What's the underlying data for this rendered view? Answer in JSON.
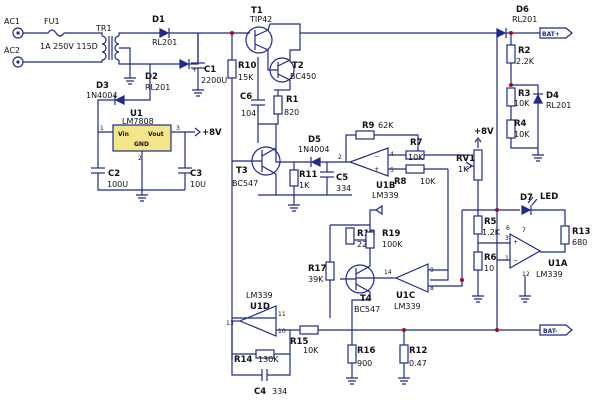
{
  "ports": {
    "ac1": "AC1",
    "ac2": "AC2",
    "bat_pos": "BAT+",
    "bat_neg": "BAT-"
  },
  "fuse": {
    "ref": "FU1",
    "value": "1A 250V 115D"
  },
  "transformer": {
    "ref": "TR1"
  },
  "diodes": {
    "d1": {
      "ref": "D1",
      "value": "RL201"
    },
    "d2": {
      "ref": "D2",
      "value": "RL201"
    },
    "d3": {
      "ref": "D3",
      "value": "1N4004"
    },
    "d4": {
      "ref": "D4",
      "value": "RL201"
    },
    "d5": {
      "ref": "D5",
      "value": "1N4004"
    },
    "d6": {
      "ref": "D6",
      "value": "RL201"
    },
    "d7": {
      "ref": "D7",
      "value": "LED"
    }
  },
  "transistors": {
    "t1": {
      "ref": "T1",
      "value": "TIP42"
    },
    "t2": {
      "ref": "T2",
      "value": "BC450"
    },
    "t3": {
      "ref": "T3",
      "value": "BC547"
    },
    "t4": {
      "ref": "T4",
      "value": "BC547"
    }
  },
  "regulator": {
    "ref": "U1",
    "value": "LM7808",
    "vin": "Vin",
    "vout": "Vout",
    "gnd": "GND",
    "pin1": "1",
    "pin2": "2",
    "pin3": "3",
    "rail": "+8V"
  },
  "capacitors": {
    "c1": {
      "ref": "C1",
      "value": "2200U"
    },
    "c2": {
      "ref": "C2",
      "value": "100U"
    },
    "c3": {
      "ref": "C3",
      "value": "10U"
    },
    "c4": {
      "ref": "C4",
      "value": "334"
    },
    "c5": {
      "ref": "C5",
      "value": "334"
    },
    "c6": {
      "ref": "C6",
      "value": "104"
    }
  },
  "resistors": {
    "r1": {
      "ref": "R1",
      "value": "820"
    },
    "r2": {
      "ref": "R2",
      "value": "2.2K"
    },
    "r3": {
      "ref": "R3",
      "value": "10K"
    },
    "r4": {
      "ref": "R4",
      "value": "10K"
    },
    "r5": {
      "ref": "R5",
      "value": "1.2K"
    },
    "r6": {
      "ref": "R6",
      "value": "10"
    },
    "r7": {
      "ref": "R7",
      "value": "10K"
    },
    "r8": {
      "ref": "R8",
      "value": "10K"
    },
    "r9": {
      "ref": "R9",
      "value": "62K"
    },
    "r10": {
      "ref": "R10",
      "value": "15K"
    },
    "r11": {
      "ref": "R11",
      "value": "1K"
    },
    "r12": {
      "ref": "R12",
      "value": "0.47"
    },
    "r13": {
      "ref": "R13",
      "value": "680"
    },
    "r14": {
      "ref": "R14",
      "value": "130K"
    },
    "r15": {
      "ref": "R15",
      "value": "10K"
    },
    "r16": {
      "ref": "R16",
      "value": "900"
    },
    "r17": {
      "ref": "R17",
      "value": "39K"
    },
    "r18": {
      "ref": "R18",
      "value": "22K"
    },
    "r19": {
      "ref": "R19",
      "value": "100K"
    }
  },
  "pot": {
    "ref": "RV1",
    "value": "1K"
  },
  "opamps": {
    "u1a": {
      "ref": "U1A",
      "value": "LM339",
      "pins": [
        "7",
        "6",
        "1",
        "3",
        "12"
      ]
    },
    "u1b": {
      "ref": "U1B",
      "value": "LM339",
      "pins": [
        "4",
        "5",
        "2"
      ]
    },
    "u1c": {
      "ref": "U1C",
      "value": "LM339",
      "pins": [
        "9",
        "8",
        "14"
      ]
    },
    "u1d": {
      "ref": "U1D",
      "value": "LM339",
      "pins": [
        "11",
        "10",
        "13"
      ]
    }
  },
  "rail_label": "+8V"
}
